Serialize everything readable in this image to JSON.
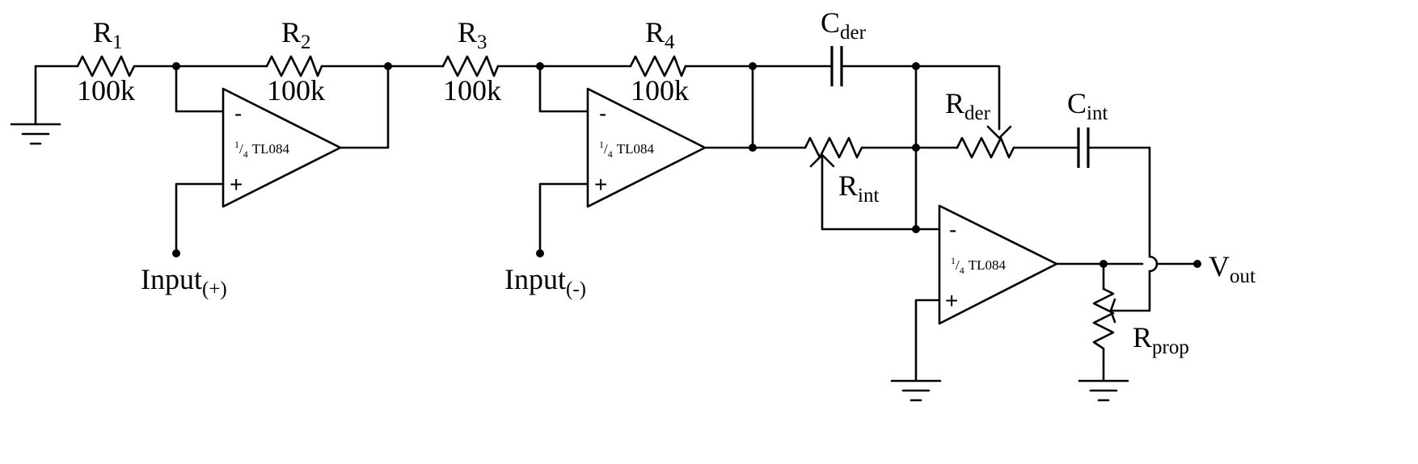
{
  "colors": {
    "wire": "#000000",
    "adjustable_label": "#e8201c",
    "terminal_label": "#2a3fd1"
  },
  "resistors": {
    "r1": {
      "letter": "R",
      "sub": "1",
      "value": "100k"
    },
    "r2": {
      "letter": "R",
      "sub": "2",
      "value": "100k"
    },
    "r3": {
      "letter": "R",
      "sub": "3",
      "value": "100k"
    },
    "r4": {
      "letter": "R",
      "sub": "4",
      "value": "100k"
    },
    "rder": {
      "letter": "R",
      "sub": "der"
    },
    "rint": {
      "letter": "R",
      "sub": "int"
    },
    "rprop": {
      "letter": "R",
      "sub": "prop"
    }
  },
  "capacitors": {
    "cder": {
      "letter": "C",
      "sub": "der"
    },
    "cint": {
      "letter": "C",
      "sub": "int"
    }
  },
  "opamps": [
    {
      "frac_num": "1",
      "frac_den": "4",
      "part": "TL084",
      "inv": "-",
      "noninv": "+"
    },
    {
      "frac_num": "1",
      "frac_den": "4",
      "part": "TL084",
      "inv": "-",
      "noninv": "+"
    },
    {
      "frac_num": "1",
      "frac_den": "4",
      "part": "TL084",
      "inv": "-",
      "noninv": "+"
    }
  ],
  "terminals": {
    "input_plus": {
      "text": "Input",
      "sub": "(+)"
    },
    "input_minus": {
      "text": "Input",
      "sub": "(-)"
    },
    "vout": {
      "text": "V",
      "sub": "out"
    }
  }
}
